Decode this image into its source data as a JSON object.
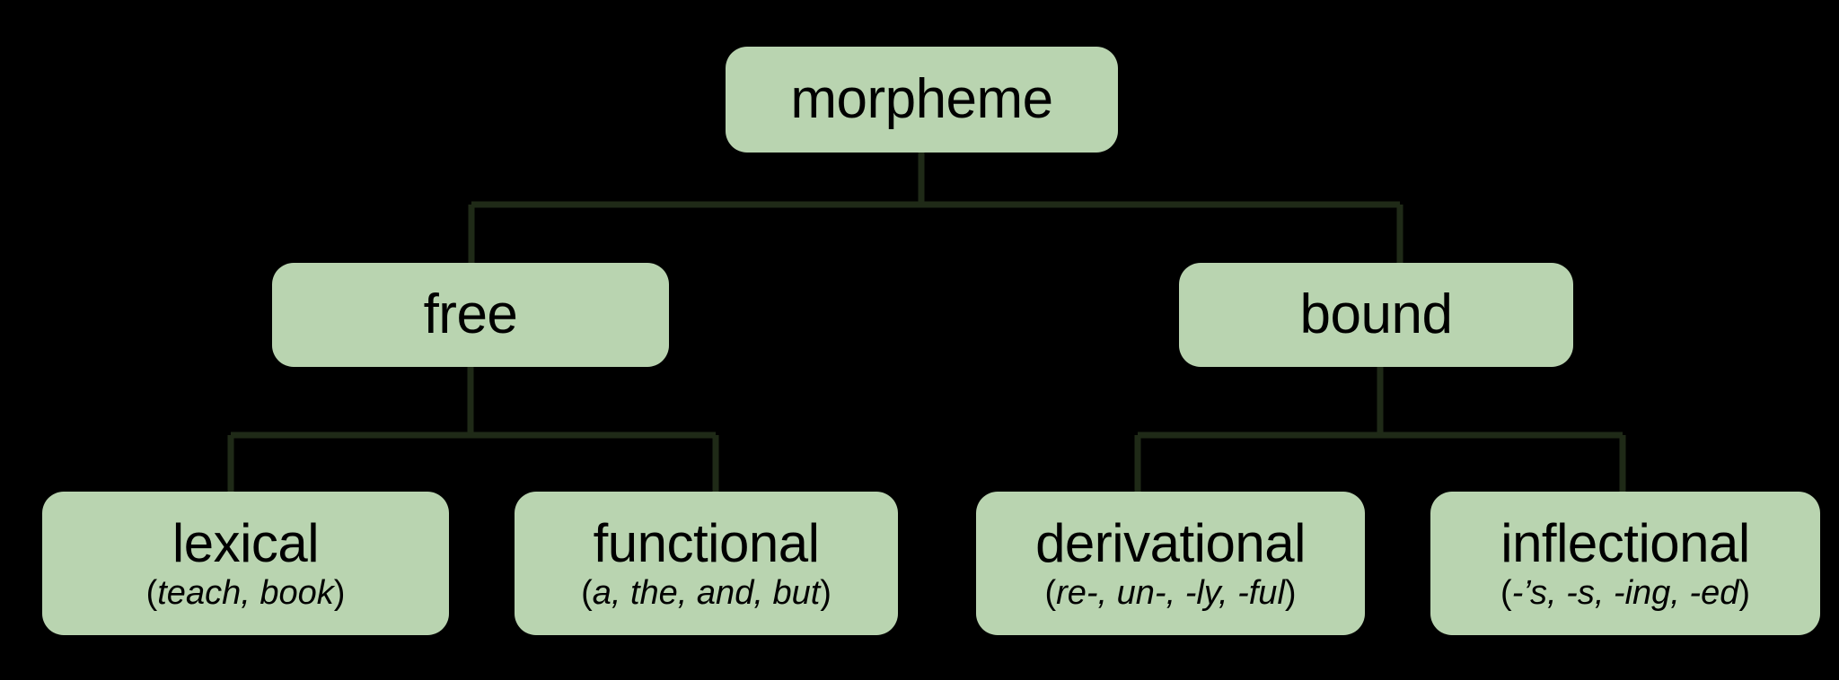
{
  "diagram": {
    "type": "hierarchy-tree",
    "title": "morpheme classification tree",
    "colors": {
      "background": "#000000",
      "node_fill": "#b9d4b0",
      "node_text": "#000000",
      "connector": "#1f2a17"
    },
    "nodes": {
      "root": {
        "label": "morpheme",
        "examples": ""
      },
      "level2": [
        {
          "label": "free",
          "examples": ""
        },
        {
          "label": "bound",
          "examples": ""
        }
      ],
      "level3": [
        {
          "label": "lexical",
          "examples_open": "(",
          "examples_italic": "teach, book",
          "examples_close": ")"
        },
        {
          "label": "functional",
          "examples_open": "(",
          "examples_italic": "a, the, and, but",
          "examples_close": ")"
        },
        {
          "label": "derivational",
          "examples_open": "(",
          "examples_italic": "re-, un-, -ly, -ful",
          "examples_close": ")"
        },
        {
          "label": "inflectional",
          "examples_open": "(",
          "examples_italic": "-’s, -s, -ing, -ed",
          "examples_close": ")"
        }
      ]
    },
    "edges": [
      {
        "from": "morpheme",
        "to": "free"
      },
      {
        "from": "morpheme",
        "to": "bound"
      },
      {
        "from": "free",
        "to": "lexical"
      },
      {
        "from": "free",
        "to": "functional"
      },
      {
        "from": "bound",
        "to": "derivational"
      },
      {
        "from": "bound",
        "to": "inflectional"
      }
    ]
  }
}
